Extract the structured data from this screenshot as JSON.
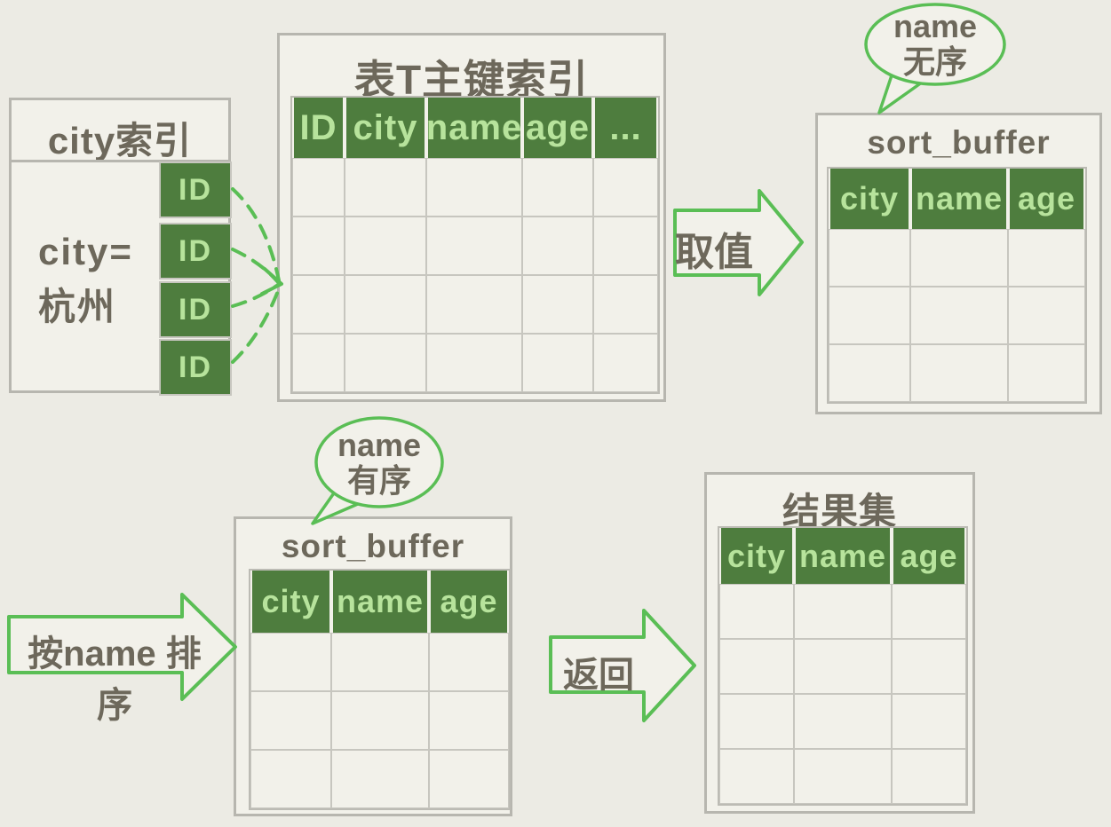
{
  "city_index": {
    "title": "city索引",
    "filter_line1": "city=",
    "filter_line2": "杭州",
    "id_cells": [
      "ID",
      "ID",
      "ID",
      "ID"
    ]
  },
  "tables": {
    "primary_index": {
      "title": "表T主键索引",
      "columns": [
        "ID",
        "city",
        "name",
        "age",
        "..."
      ],
      "data_rows": 4
    },
    "sort_buffer_top": {
      "title": "sort_buffer",
      "columns": [
        "city",
        "name",
        "age"
      ],
      "data_rows": 3
    },
    "sort_buffer_bottom": {
      "title": "sort_buffer",
      "columns": [
        "city",
        "name",
        "age"
      ],
      "data_rows": 3
    },
    "result_set": {
      "title": "结果集",
      "columns": [
        "city",
        "name",
        "age"
      ],
      "data_rows": 4
    }
  },
  "arrows": {
    "fetch": "取值",
    "sort": "按name 排序",
    "return": "返回"
  },
  "bubbles": {
    "top": {
      "line1": "name",
      "line2": "无序"
    },
    "bottom": {
      "line1": "name",
      "line2": "有序"
    }
  },
  "colors": {
    "background": "#ecebe4",
    "box_fill": "#f2f1ea",
    "header_green": "#4e7d3e",
    "header_text_green": "#b7e39c",
    "accent_green": "#5abe55",
    "border_gray": "#b7b6af",
    "text_dark": "#6d685b"
  }
}
